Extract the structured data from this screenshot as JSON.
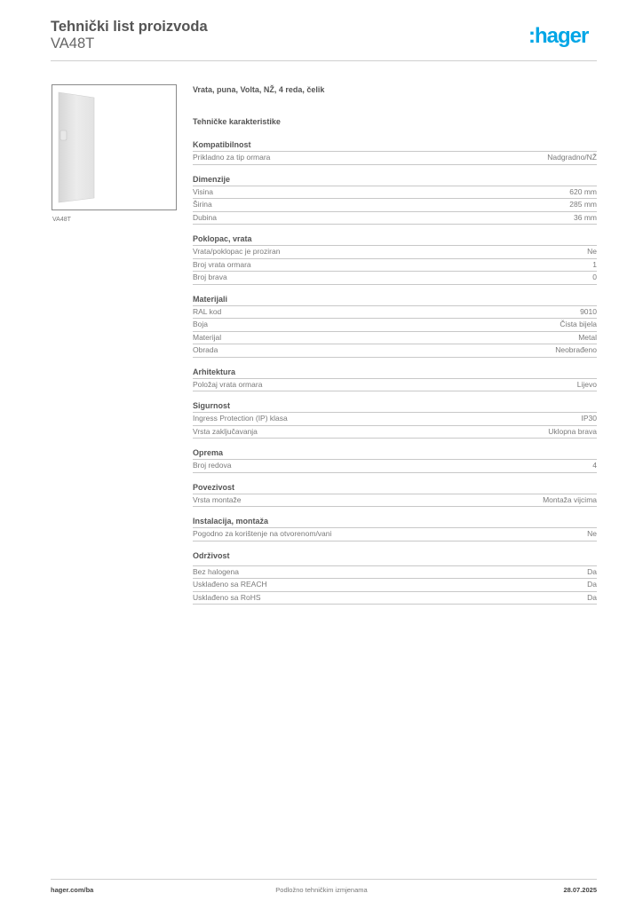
{
  "header": {
    "title": "Tehnički list proizvoda",
    "product_code": "VA48T",
    "logo_text": ":hager",
    "brand_color": "#00a6e6"
  },
  "product": {
    "image_alt": "door-panel-image",
    "image_caption": "VA48T",
    "description": "Vrata, puna, Volta, NŽ, 4 reda, čelik"
  },
  "section_heading": "Tehničke karakteristike",
  "groups": [
    {
      "title": "Kompatibilnost",
      "rows": [
        {
          "label": "Prikladno za tip ormara",
          "value": "Nadgradno/NŽ"
        }
      ]
    },
    {
      "title": "Dimenzije",
      "rows": [
        {
          "label": "Visina",
          "value": "620 mm"
        },
        {
          "label": "Širina",
          "value": "285 mm"
        },
        {
          "label": "Dubina",
          "value": "36 mm"
        }
      ]
    },
    {
      "title": "Poklopac, vrata",
      "rows": [
        {
          "label": "Vrata/poklopac je proziran",
          "value": "Ne"
        },
        {
          "label": "Broj vrata ormara",
          "value": "1"
        },
        {
          "label": "Broj brava",
          "value": "0"
        }
      ]
    },
    {
      "title": "Materijali",
      "rows": [
        {
          "label": "RAL kod",
          "value": "9010"
        },
        {
          "label": "Boja",
          "value": "Čista bijela"
        },
        {
          "label": "Materijal",
          "value": "Metal"
        },
        {
          "label": "Obrada",
          "value": "Neobrađeno"
        }
      ]
    },
    {
      "title": "Arhitektura",
      "rows": [
        {
          "label": "Položaj vrata ormara",
          "value": "Lijevo"
        }
      ]
    },
    {
      "title": "Sigurnost",
      "rows": [
        {
          "label": "Ingress Protection (IP) klasa",
          "value": "IP30"
        },
        {
          "label": "Vrsta zaključavanja",
          "value": "Uklopna brava"
        }
      ]
    },
    {
      "title": "Oprema",
      "rows": [
        {
          "label": "Broj redova",
          "value": "4"
        }
      ]
    },
    {
      "title": "Povezivost",
      "rows": [
        {
          "label": "Vrsta montaže",
          "value": "Montaža vijcima"
        }
      ]
    },
    {
      "title": "Instalacija, montaža",
      "rows": [
        {
          "label": "Pogodno za korištenje na otvorenom/vani",
          "value": "Ne"
        }
      ]
    },
    {
      "title": "Održivost",
      "rows": [
        {
          "label": "Bez halogena",
          "value": "Da"
        },
        {
          "label": "Usklađeno sa REACH",
          "value": "Da"
        },
        {
          "label": "Usklađeno sa RoHS",
          "value": "Da"
        }
      ]
    }
  ],
  "footer": {
    "website": "hager.com/ba",
    "notice": "Podložno tehničkim izmjenama",
    "date": "28.07.2025"
  }
}
